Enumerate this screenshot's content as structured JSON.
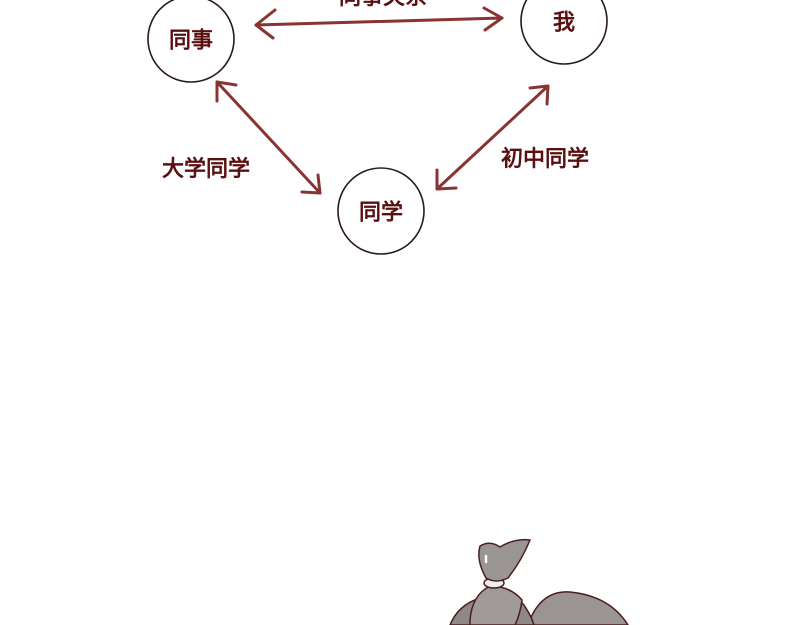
{
  "nodes": {
    "colleague": "同事",
    "me": "我",
    "classmate": "同学"
  },
  "edges": {
    "colleague_me": "同事关系",
    "colleague_classmate": "大学同学",
    "me_classmate": "初中同学"
  },
  "colors": {
    "arrow": "#8a3333",
    "text": "#5a1010",
    "hair": "#9a9494"
  }
}
